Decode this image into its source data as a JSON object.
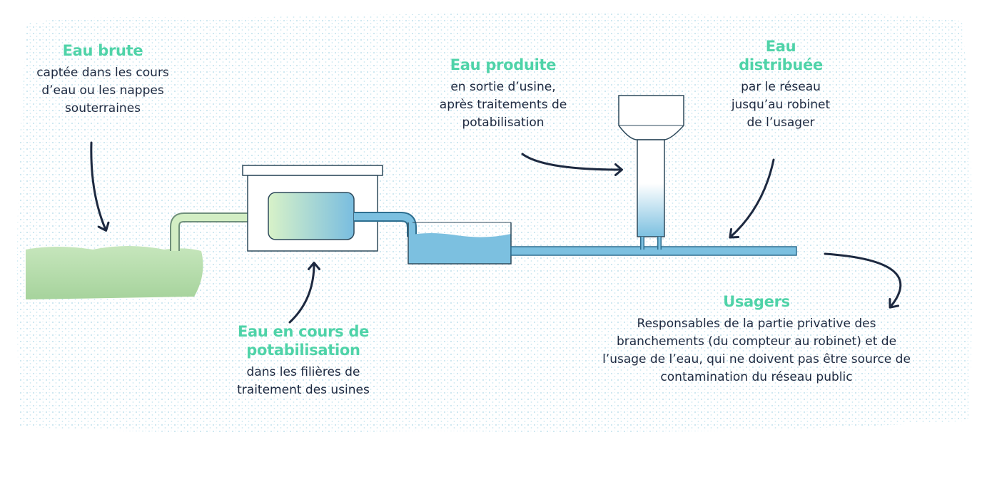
{
  "labels": {
    "raw": {
      "title": "Eau brute",
      "description": "captée dans les cours\nd’eau ou les nappes\nsouterraines"
    },
    "treatment": {
      "title": "Eau en cours de\npotabilisation",
      "description": "dans les filières de\ntraitement des usines"
    },
    "produced": {
      "title": "Eau produite",
      "description": "en sortie d’usine,\naprès traitements de\npotabilisation"
    },
    "distributed": {
      "title": "Eau\ndistribuée",
      "description": "par le réseau\njusqu’au robinet\nde l’usager"
    },
    "users": {
      "title": "Usagers",
      "description": "Responsables de la partie privative des\nbranchements (du compteur au robinet) et de\nl’usage de l’eau, qui ne doivent pas être source de\ncontamination du réseau public"
    }
  },
  "colors": {
    "accent_green": "#4fd3a8",
    "text_navy": "#1d2940",
    "water_blue": "#7cc0e0",
    "ground_green": "#b8dfb0",
    "dots_blue": "#bfe1ec"
  }
}
